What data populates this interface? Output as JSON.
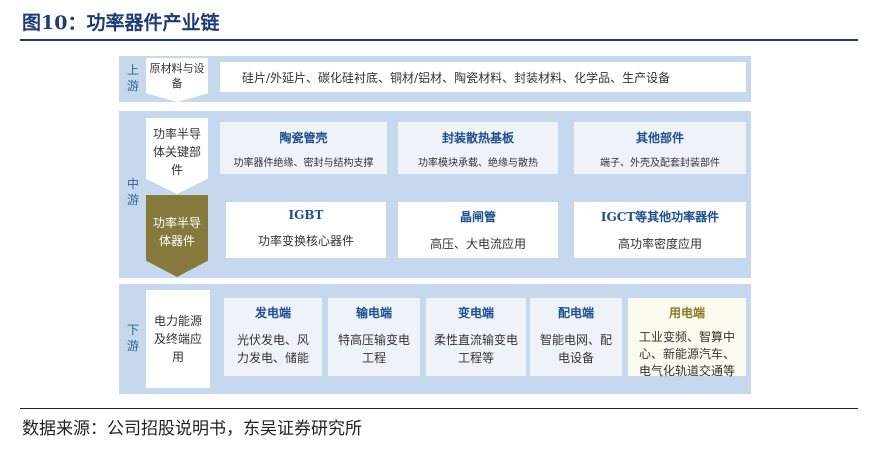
{
  "title": "图10：功率器件产业链",
  "source": "数据来源：公司招股说明书，东吴证券研究所",
  "upstream": {
    "side": "上游",
    "label": "原材料与设备",
    "items": "硅片/外延片、碳化硅衬底、铜材/铝材、陶瓷材料、封装材料、化学品、生产设备"
  },
  "midstream": {
    "side": "中游",
    "label_parts": "功率半导体关键部件",
    "label_devices": "功率半导体器件",
    "parts": [
      {
        "title": "陶瓷管壳",
        "desc": "功率器件绝缘、密封与结构支撑"
      },
      {
        "title": "封装散热基板",
        "desc": "功率模块承载、绝缘与散热"
      },
      {
        "title": "其他部件",
        "desc": "端子、外壳及配套封装部件"
      }
    ],
    "devices": [
      {
        "title": "IGBT",
        "desc": "功率变换核心器件"
      },
      {
        "title": "晶闸管",
        "desc": "高压、大电流应用"
      },
      {
        "title": "IGCT等其他功率器件",
        "desc": "高功率密度应用"
      }
    ]
  },
  "downstream": {
    "side": "下游",
    "label": "电力能源及终端应用",
    "items": [
      {
        "title": "发电端",
        "desc": "光伏发电、风力发电、储能"
      },
      {
        "title": "输电端",
        "desc": "特高压输变电工程"
      },
      {
        "title": "变电端",
        "desc": "柔性直流输变电工程等"
      },
      {
        "title": "配电端",
        "desc": "智能电网、配电设备"
      },
      {
        "title": "用电端",
        "desc": "工业变频、智算中心、新能源汽车、电气化轨道交通等"
      }
    ]
  }
}
